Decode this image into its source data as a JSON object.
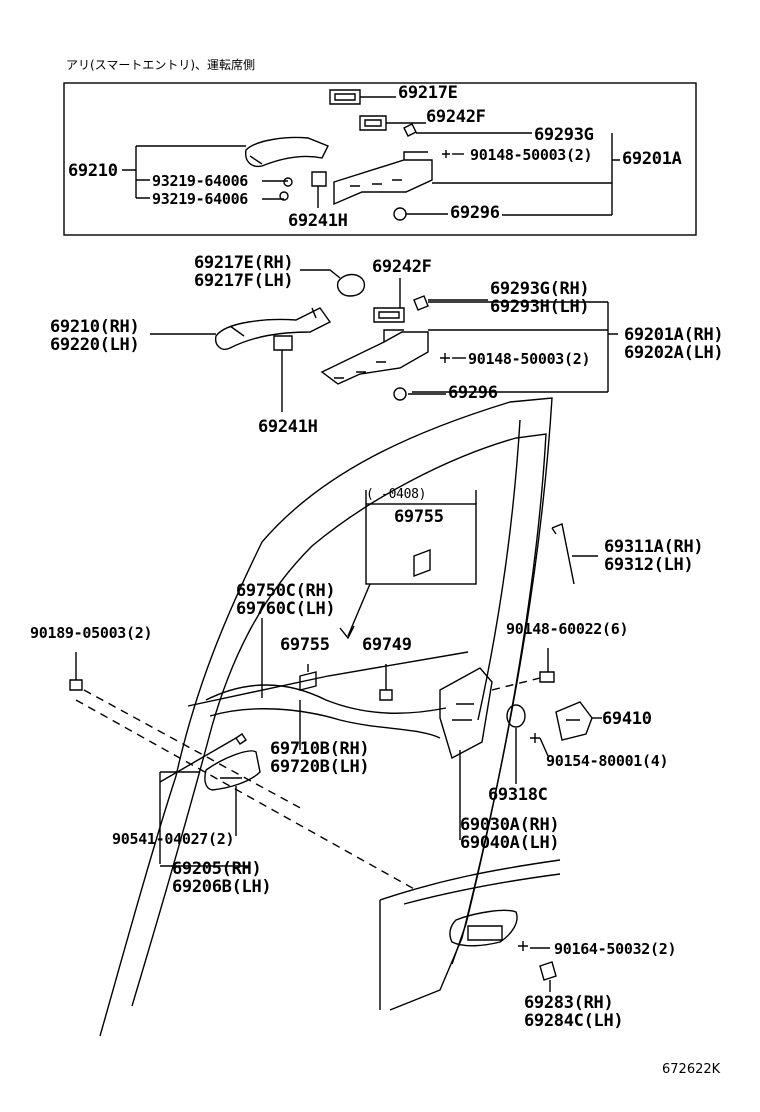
{
  "header_note": "アリ(スマートエントリ)、運転席側",
  "catalog_code": "672622K",
  "period_note": "(    -0408)",
  "part_labels": {
    "t_69217E": "69217E",
    "t_69242F": "69242F",
    "t_69293G": "69293G",
    "t_90148_50003": "90148-50003(2)",
    "t_69201A": "69201A",
    "t_69210": "69210",
    "t_93219_a": "93219-64006",
    "t_93219_b": "93219-64006",
    "t_69241H": "69241H",
    "t_69296": "69296",
    "m_69217E_rh": "69217E(RH)",
    "m_69217F_lh": "69217F(LH)",
    "m_69242F": "69242F",
    "m_69293G_rh": "69293G(RH)",
    "m_69293H_lh": "69293H(LH)",
    "m_69210_rh": "69210(RH)",
    "m_69220_lh": "69220(LH)",
    "m_69201A_rh": "69201A(RH)",
    "m_69202A_lh": "69202A(LH)",
    "m_90148_50003": "90148-50003(2)",
    "m_69296": "69296",
    "m_69241H": "69241H",
    "b_69755_box": "69755",
    "b_69311A_rh": "69311A(RH)",
    "b_69312_lh": "69312(LH)",
    "b_69750C_rh": "69750C(RH)",
    "b_69760C_lh": "69760C(LH)",
    "b_90189_05003": "90189-05003(2)",
    "b_90148_60022": "90148-60022(6)",
    "b_69755": "69755",
    "b_69749": "69749",
    "b_69410": "69410",
    "b_90154_80001": "90154-80001(4)",
    "b_69710B_rh": "69710B(RH)",
    "b_69720B_lh": "69720B(LH)",
    "b_69318C": "69318C",
    "b_90541_04027": "90541-04027(2)",
    "b_69030A_rh": "69030A(RH)",
    "b_69040A_lh": "69040A(LH)",
    "b_69205_rh": "69205(RH)",
    "b_69206B_lh": "69206B(LH)",
    "b_90164_50032": "90164-50032(2)",
    "b_69283_rh": "69283(RH)",
    "b_69284C_lh": "69284C(LH)"
  }
}
